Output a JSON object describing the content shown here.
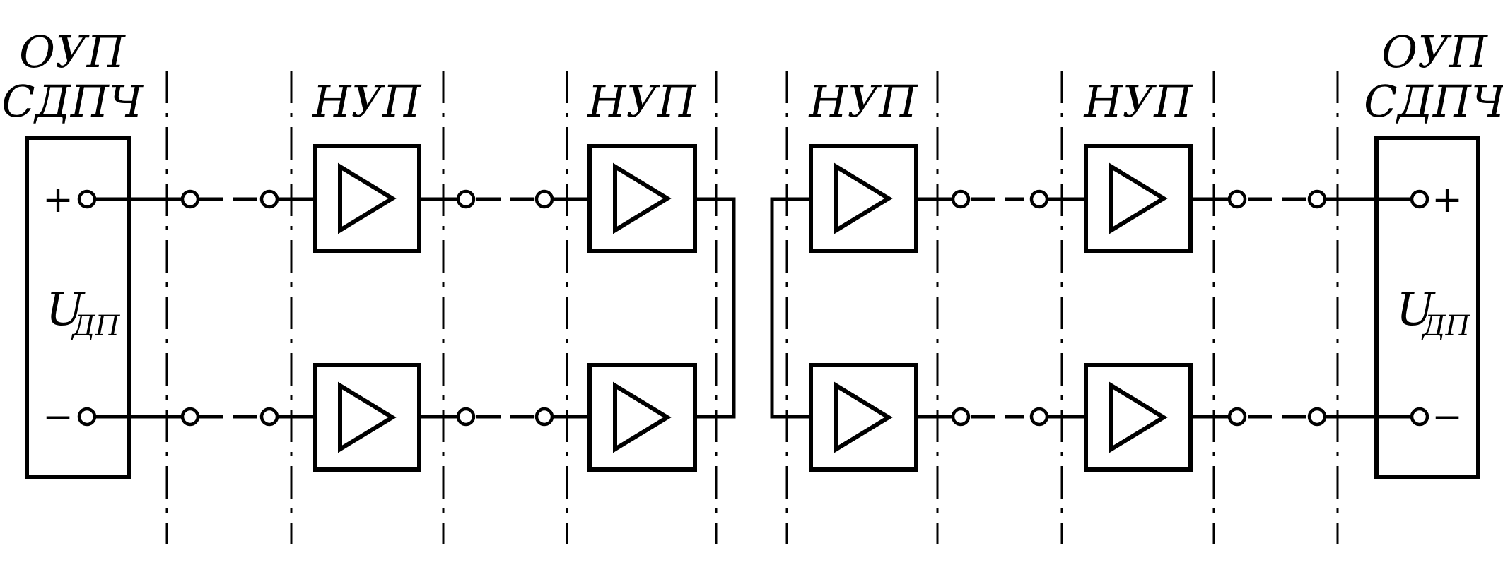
{
  "end_left": {
    "title_line1": "ОУП",
    "title_line2": "СДПЧ",
    "voltage_symbol": "U",
    "voltage_subscript": "ДП",
    "plus_sign": "+",
    "minus_sign": "−"
  },
  "end_right": {
    "title_line1": "ОУП",
    "title_line2": "СДПЧ",
    "voltage_symbol": "U",
    "voltage_subscript": "ДП",
    "plus_sign": "+",
    "minus_sign": "−"
  },
  "repeaters": [
    {
      "label": "НУП"
    },
    {
      "label": "НУП"
    },
    {
      "label": "НУП"
    },
    {
      "label": "НУП"
    }
  ],
  "colors": {
    "line": "#000000",
    "background": "#ffffff"
  }
}
